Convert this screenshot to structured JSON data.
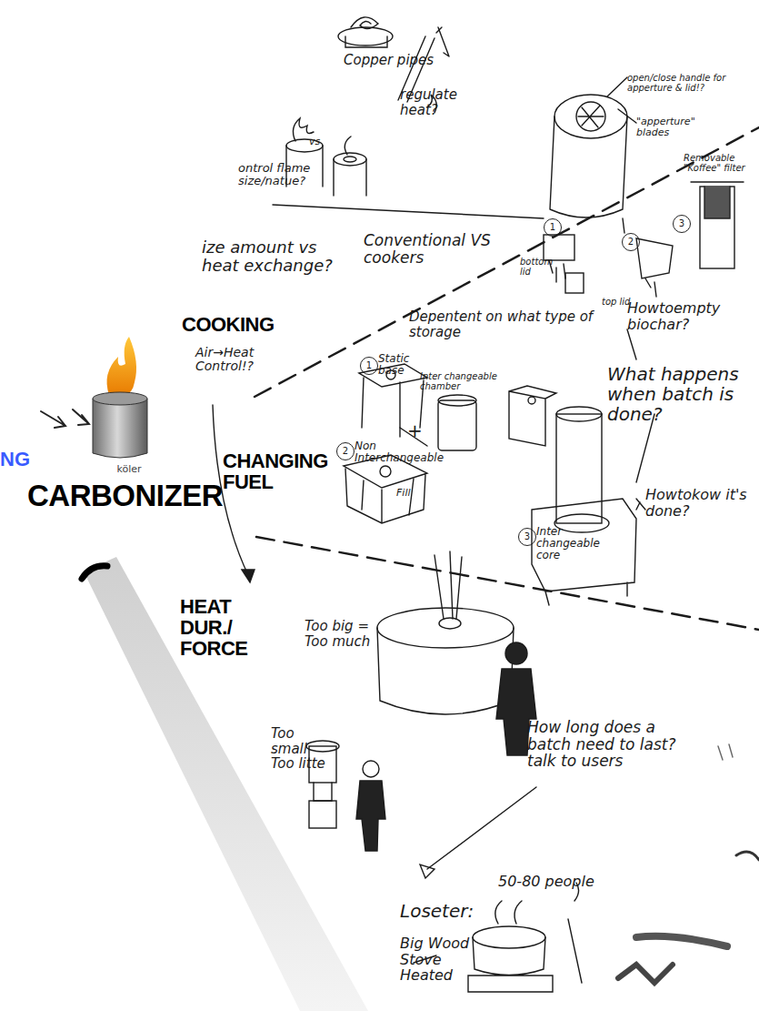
{
  "diagram": {
    "nodes": [
      {
        "text": [
          "köler",
          "CARBONIZER"
        ]
      }
    ],
    "labels": [
      "NG",
      "Copper pipes",
      "regulate heat?",
      "open/close handle for apperture & lid!?",
      "\"apperture\" blades",
      "vs",
      "ontrol flame size/natue?",
      "Removable \"Koffee\" filter",
      "1",
      "2",
      "3",
      "bottom lid",
      "top lid",
      "ize amount vs heat exchange?",
      "Conventional VS cookers",
      "COOKING",
      "Air→Heat Control!?",
      "Depentent on what type of storage",
      "Howtoempty biochar?",
      "What happens when batch is done?",
      "1",
      "Static base",
      "Inter changeable chamber",
      "+",
      "CHANGING FUEL",
      "2",
      "Non Interchangeable",
      "Fill",
      "3",
      "Inter changeable core",
      "Howtokow it's done?",
      "HEAT DUR./ FORCE",
      "Too big = Too much",
      "Too small Too litte",
      "How long does a batch need to last? talk to users",
      "Loseter:",
      "50-80 people",
      "Big Wood Stove Heated"
    ]
  }
}
